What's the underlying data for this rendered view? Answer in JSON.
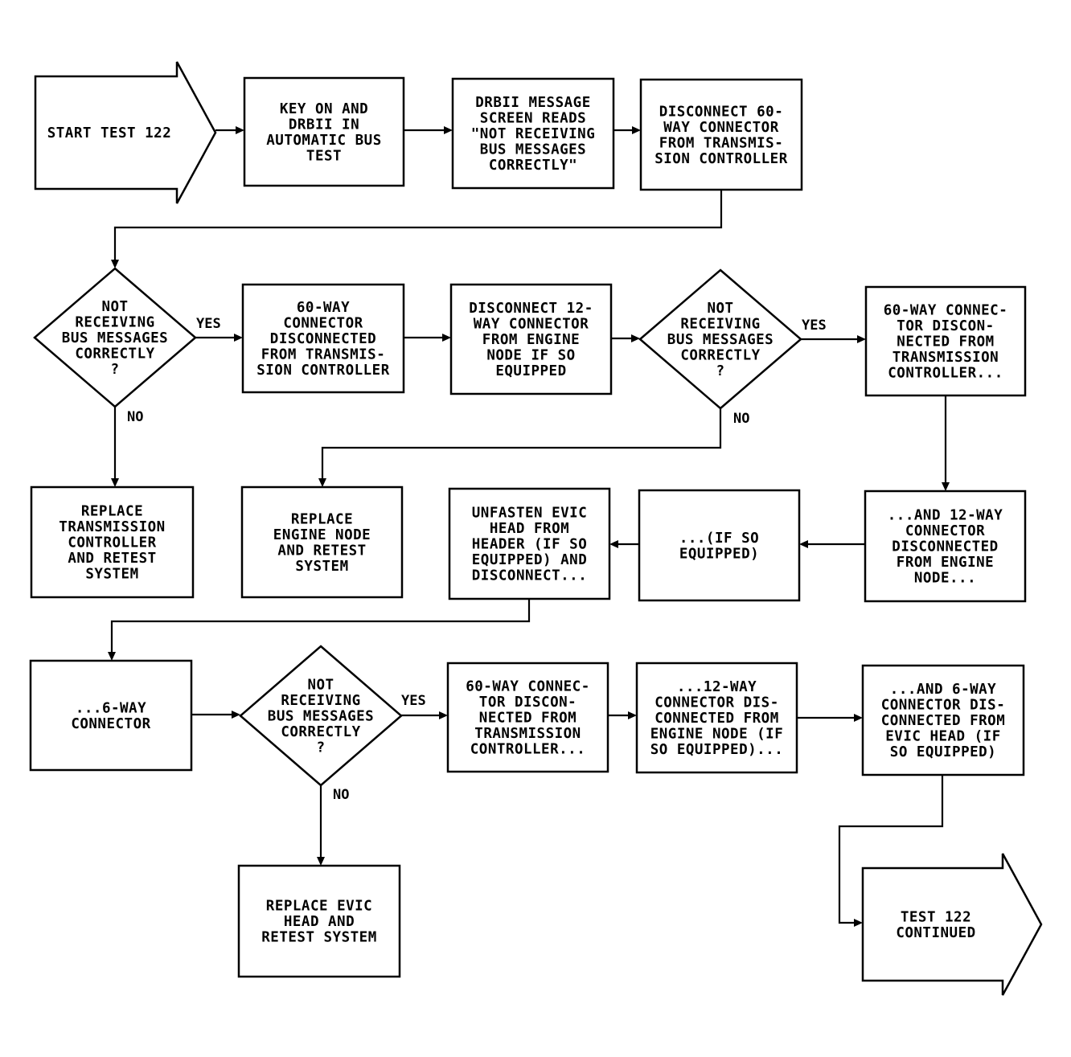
{
  "flowchart": {
    "nodes": [
      {
        "id": "start",
        "shape": "arrow",
        "lines": [
          "START TEST 122"
        ]
      },
      {
        "id": "key_on",
        "shape": "process",
        "lines": [
          "KEY ON AND",
          "DRBII IN",
          "AUTOMATIC BUS",
          "TEST"
        ]
      },
      {
        "id": "drbii_msg",
        "shape": "process",
        "lines": [
          "DRBII MESSAGE",
          "SCREEN READS",
          "\"NOT RECEIVING",
          "BUS MESSAGES",
          "CORRECTLY\""
        ]
      },
      {
        "id": "disc_60",
        "shape": "process",
        "lines": [
          "DISCONNECT 60-",
          "WAY CONNECTOR",
          "FROM TRANSMIS-",
          "SION CONTROLLER"
        ]
      },
      {
        "id": "dec1",
        "shape": "decision",
        "lines": [
          "NOT",
          "RECEIVING",
          "BUS MESSAGES",
          "CORRECTLY",
          "?"
        ]
      },
      {
        "id": "disc60_done",
        "shape": "process",
        "lines": [
          "60-WAY",
          "CONNECTOR",
          "DISCONNECTED",
          "FROM TRANSMIS-",
          "SION CONTROLLER"
        ]
      },
      {
        "id": "disc_12",
        "shape": "process",
        "lines": [
          "DISCONNECT 12-",
          "WAY CONNECTOR",
          "FROM ENGINE",
          "NODE IF SO",
          "EQUIPPED"
        ]
      },
      {
        "id": "dec2",
        "shape": "decision",
        "lines": [
          "NOT",
          "RECEIVING",
          "BUS MESSAGES",
          "CORRECTLY",
          "?"
        ]
      },
      {
        "id": "status_60_a",
        "shape": "process",
        "lines": [
          "60-WAY CONNEC-",
          "TOR DISCON-",
          "NECTED FROM",
          "TRANSMISSION",
          "CONTROLLER..."
        ]
      },
      {
        "id": "replace_tc",
        "shape": "process",
        "lines": [
          "REPLACE",
          "TRANSMISSION",
          "CONTROLLER",
          "AND RETEST",
          "SYSTEM"
        ]
      },
      {
        "id": "replace_en",
        "shape": "process",
        "lines": [
          "REPLACE",
          "ENGINE NODE",
          "AND RETEST",
          "SYSTEM"
        ]
      },
      {
        "id": "unfasten",
        "shape": "process",
        "lines": [
          "UNFASTEN EVIC",
          "HEAD FROM",
          "HEADER (IF SO",
          "EQUIPPED) AND",
          "DISCONNECT..."
        ]
      },
      {
        "id": "if_so",
        "shape": "process",
        "lines": [
          "...(IF SO",
          "EQUIPPED)"
        ]
      },
      {
        "id": "and_12",
        "shape": "process",
        "lines": [
          "...AND 12-WAY",
          "CONNECTOR",
          "DISCONNECTED",
          "FROM ENGINE",
          "NODE..."
        ]
      },
      {
        "id": "six_way",
        "shape": "process",
        "lines": [
          "...6-WAY",
          "CONNECTOR"
        ]
      },
      {
        "id": "dec3",
        "shape": "decision",
        "lines": [
          "NOT",
          "RECEIVING",
          "BUS MESSAGES",
          "CORRECTLY",
          "?"
        ]
      },
      {
        "id": "status_60_b",
        "shape": "process",
        "lines": [
          "60-WAY CONNEC-",
          "TOR DISCON-",
          "NECTED FROM",
          "TRANSMISSION",
          "CONTROLLER..."
        ]
      },
      {
        "id": "status_12_b",
        "shape": "process",
        "lines": [
          "...12-WAY",
          "CONNECTOR DIS-",
          "CONNECTED FROM",
          "ENGINE NODE (IF",
          "SO EQUIPPED)..."
        ]
      },
      {
        "id": "status_6_b",
        "shape": "process",
        "lines": [
          "...AND 6-WAY",
          "CONNECTOR DIS-",
          "CONNECTED FROM",
          "EVIC HEAD (IF",
          "SO EQUIPPED)"
        ]
      },
      {
        "id": "replace_evic",
        "shape": "process",
        "lines": [
          "REPLACE EVIC",
          "HEAD AND",
          "RETEST SYSTEM"
        ]
      },
      {
        "id": "continued",
        "shape": "arrow",
        "lines": [
          "TEST 122",
          "CONTINUED"
        ]
      }
    ],
    "edges": [
      {
        "from": "start",
        "to": "key_on",
        "label": ""
      },
      {
        "from": "key_on",
        "to": "drbii_msg",
        "label": ""
      },
      {
        "from": "drbii_msg",
        "to": "disc_60",
        "label": ""
      },
      {
        "from": "disc_60",
        "to": "dec1",
        "label": ""
      },
      {
        "from": "dec1",
        "to": "disc60_done",
        "label": "YES"
      },
      {
        "from": "dec1",
        "to": "replace_tc",
        "label": "NO"
      },
      {
        "from": "disc60_done",
        "to": "disc_12",
        "label": ""
      },
      {
        "from": "disc_12",
        "to": "dec2",
        "label": ""
      },
      {
        "from": "dec2",
        "to": "status_60_a",
        "label": "YES"
      },
      {
        "from": "dec2",
        "to": "replace_en",
        "label": "NO"
      },
      {
        "from": "status_60_a",
        "to": "and_12",
        "label": ""
      },
      {
        "from": "and_12",
        "to": "if_so",
        "label": ""
      },
      {
        "from": "if_so",
        "to": "unfasten",
        "label": ""
      },
      {
        "from": "unfasten",
        "to": "six_way",
        "label": ""
      },
      {
        "from": "six_way",
        "to": "dec3",
        "label": ""
      },
      {
        "from": "dec3",
        "to": "status_60_b",
        "label": "YES"
      },
      {
        "from": "dec3",
        "to": "replace_evic",
        "label": "NO"
      },
      {
        "from": "status_60_b",
        "to": "status_12_b",
        "label": ""
      },
      {
        "from": "status_12_b",
        "to": "status_6_b",
        "label": ""
      },
      {
        "from": "status_6_b",
        "to": "continued",
        "label": ""
      }
    ]
  }
}
